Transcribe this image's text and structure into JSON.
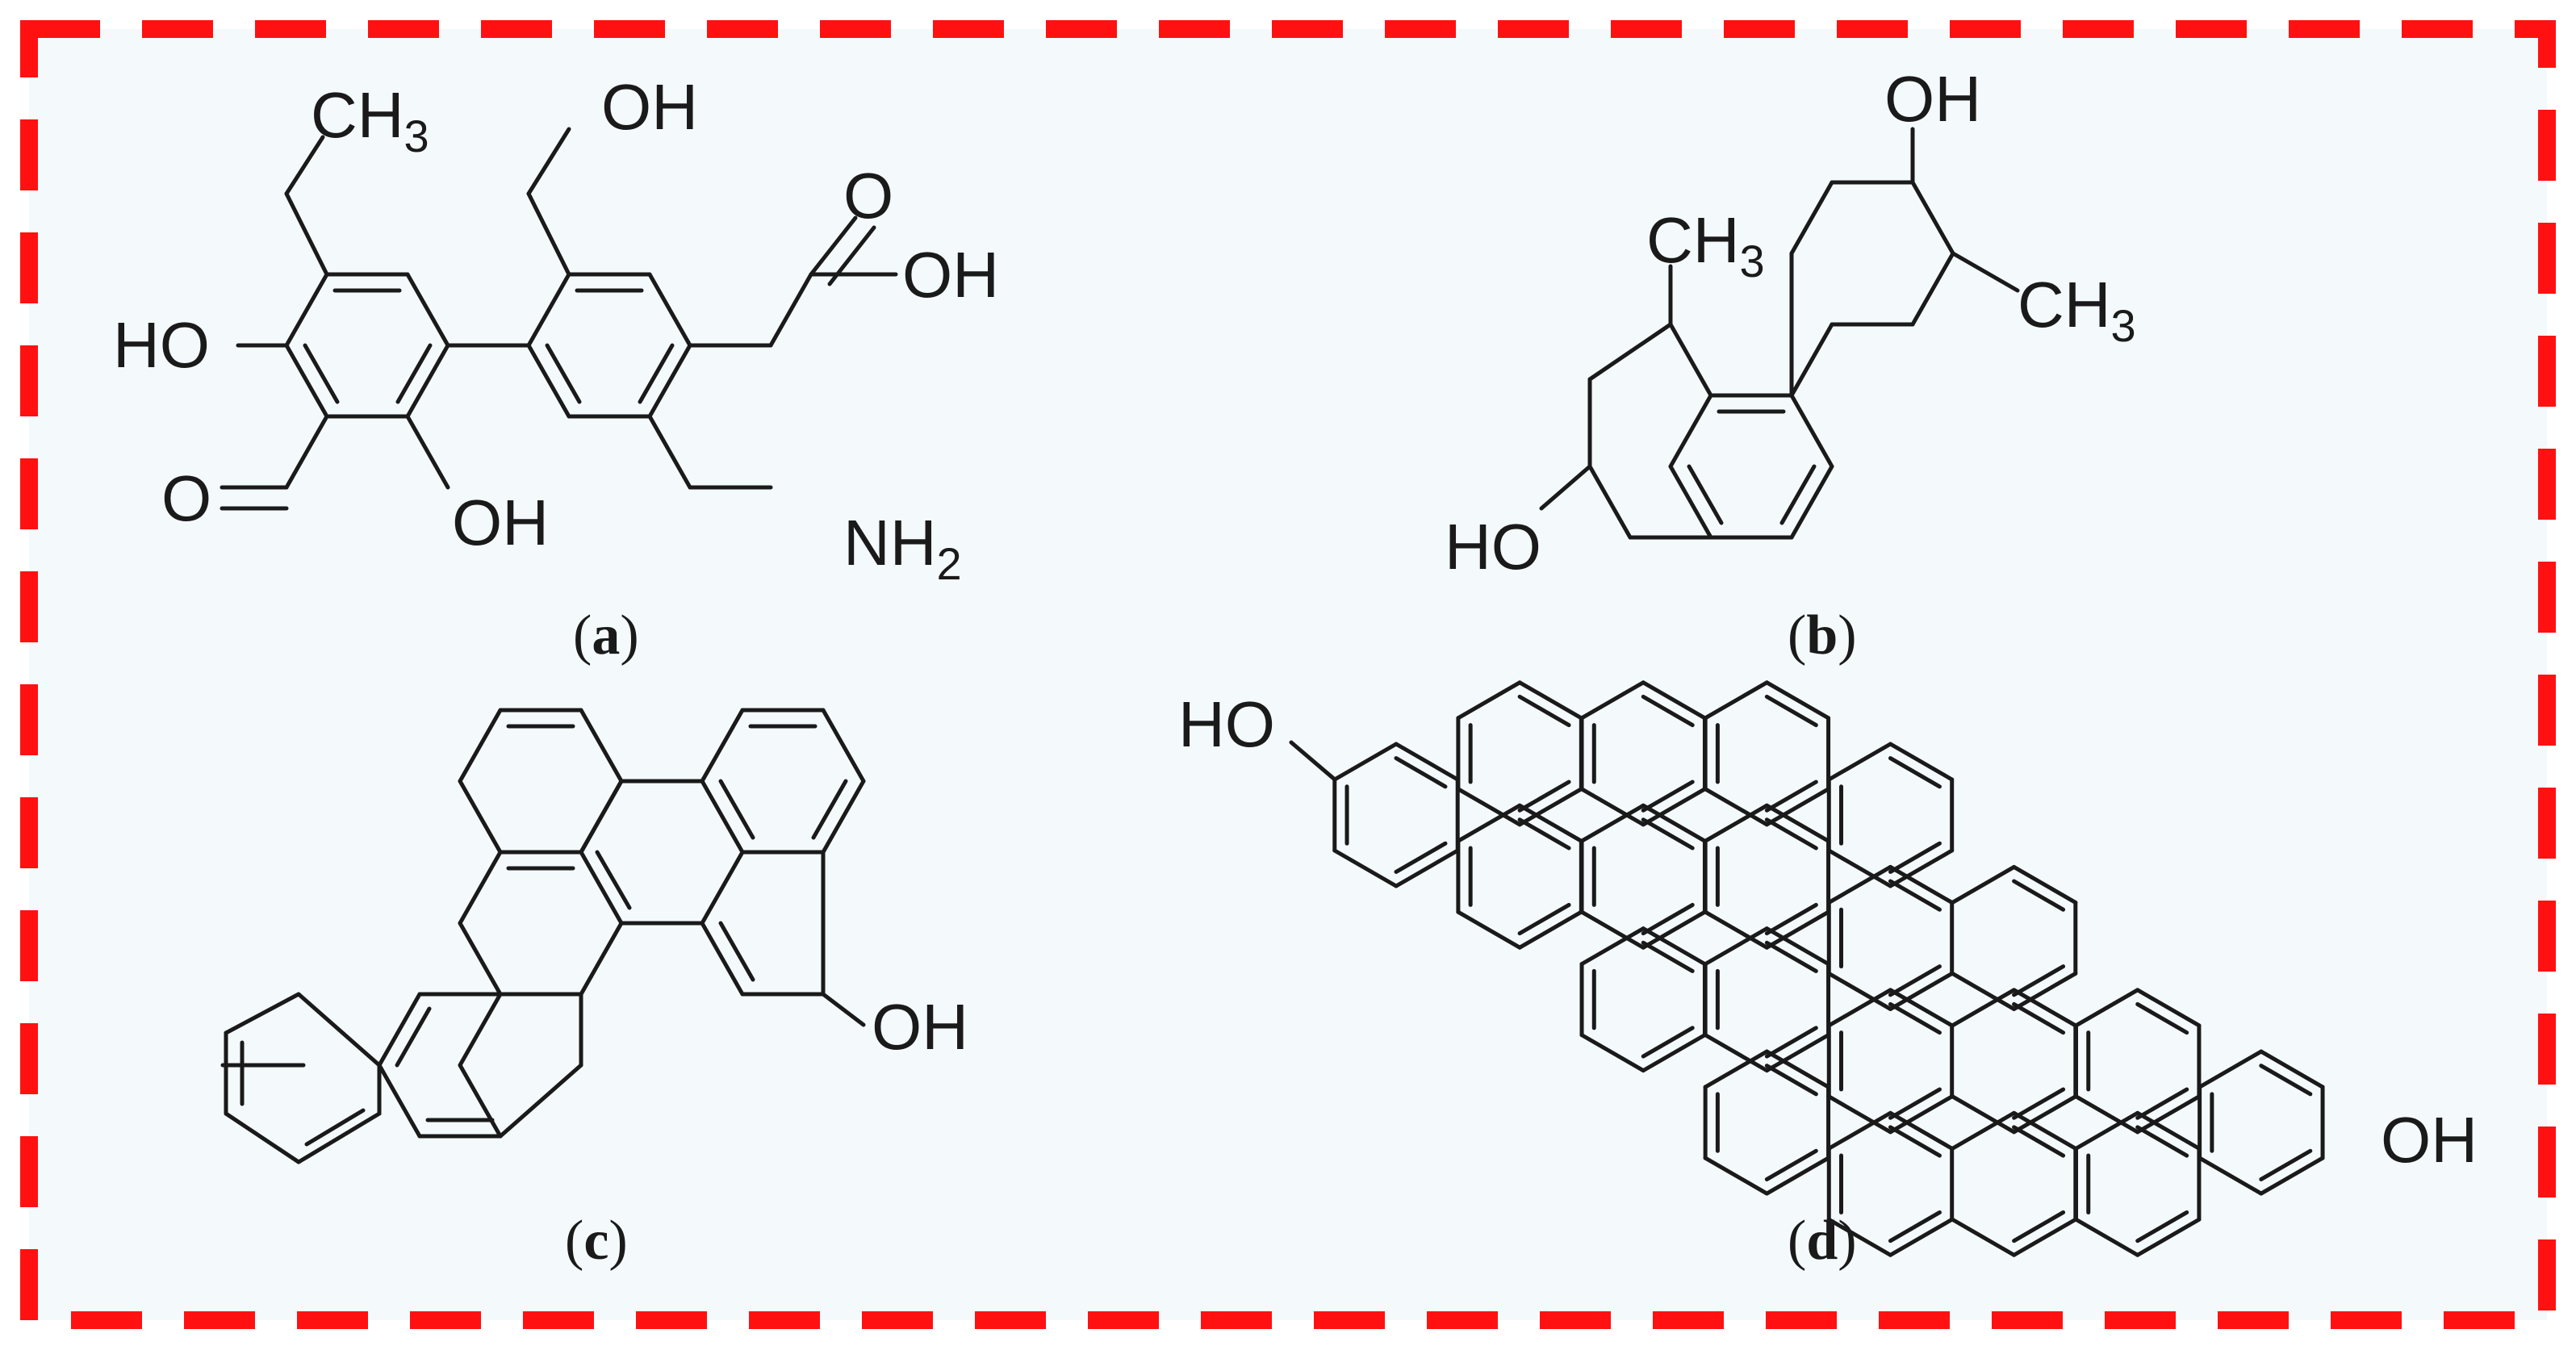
{
  "frame": {
    "border_color": "#ff1111",
    "background": "#f4f9fc",
    "border_style": "dashed"
  },
  "panels": {
    "a": {
      "label": "a",
      "atoms": {
        "ch3": "CH",
        "ch3_sub": "3",
        "oh_top": "OH",
        "oh_left": "HO",
        "oh_bottom": "OH",
        "aldehyde_o": "O",
        "acid_o": "O",
        "acid_oh": "OH",
        "nh2": "NH",
        "nh2_sub": "2"
      }
    },
    "b": {
      "label": "b",
      "atoms": {
        "oh_top": "OH",
        "ch3_left": "CH",
        "ch3_left_sub": "3",
        "ch3_right": "CH",
        "ch3_right_sub": "3",
        "ho_left": "HO"
      }
    },
    "c": {
      "label": "c",
      "atoms": {
        "oh": "OH"
      }
    },
    "d": {
      "label": "d",
      "atoms": {
        "ho_left": "HO",
        "oh_right": "OH"
      }
    }
  }
}
